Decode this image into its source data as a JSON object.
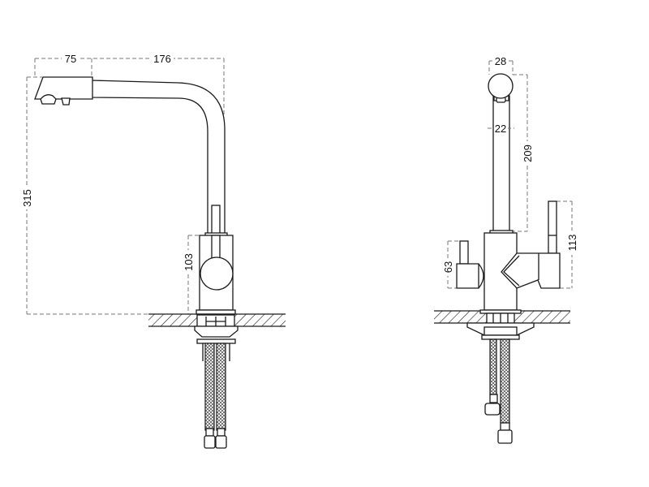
{
  "drawing": {
    "subject": "faucet-technical-drawing",
    "side_view": {
      "dimensions": {
        "spout_head_length": "75",
        "spout_reach": "176",
        "total_height": "315",
        "body_height": "103"
      }
    },
    "front_view": {
      "dimensions": {
        "spout_head_width": "28",
        "tube_diameter": "22",
        "spout_height": "209",
        "right_lever_height": "113",
        "left_lever_height": "63"
      }
    },
    "colors": {
      "line": "#1a1a1a",
      "dimension_line": "#777777",
      "background": "#ffffff"
    }
  }
}
